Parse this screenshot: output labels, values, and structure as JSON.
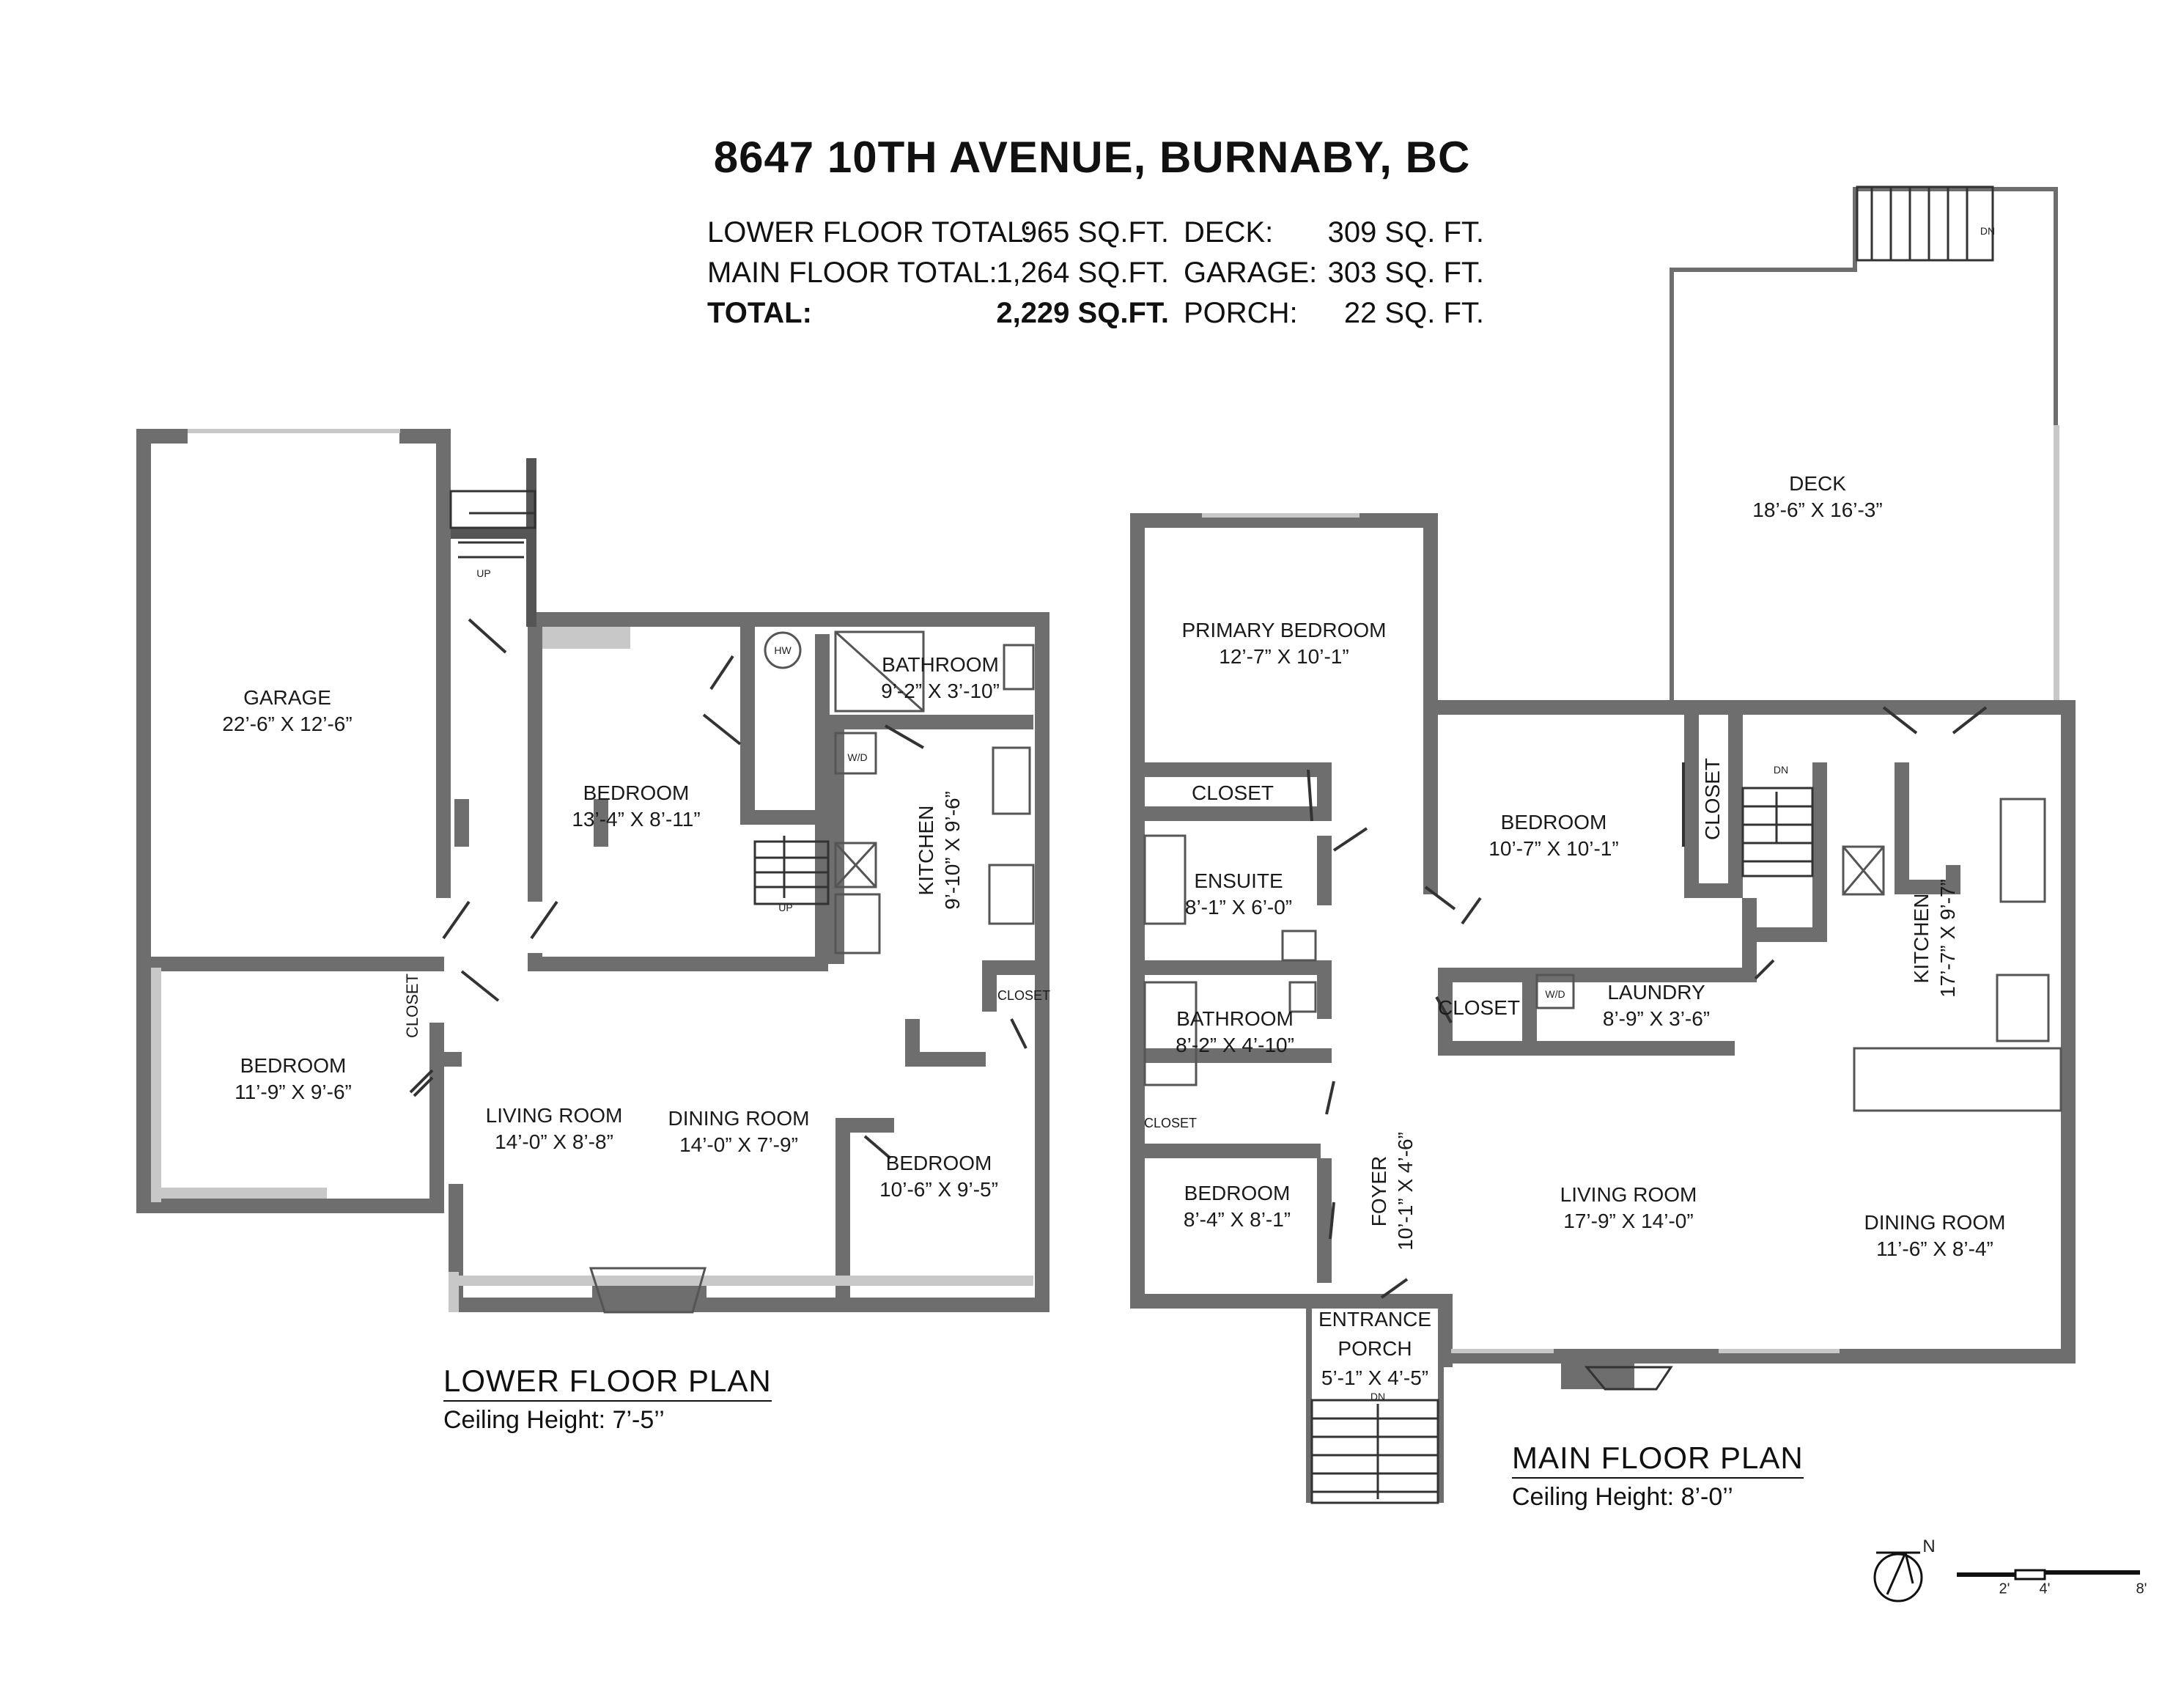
{
  "header": {
    "title": "8647 10TH AVENUE, BURNABY, BC"
  },
  "summary": {
    "lower_floor": {
      "label": "LOWER FLOOR TOTAL:",
      "value": "965 SQ.FT."
    },
    "main_floor": {
      "label": "MAIN FLOOR TOTAL:",
      "value": "1,264 SQ.FT."
    },
    "total": {
      "label": "TOTAL:",
      "value": "2,229 SQ.FT."
    },
    "deck": {
      "label": "DECK:",
      "value": "309 SQ. FT."
    },
    "garage": {
      "label": "GARAGE:",
      "value": "303 SQ. FT."
    },
    "porch": {
      "label": "PORCH:",
      "value": "22 SQ. FT."
    }
  },
  "lower_floor": {
    "plan_title": "LOWER FLOOR PLAN",
    "ceiling": "Ceiling Height: 7’-5’’",
    "rooms": {
      "garage": {
        "name": "GARAGE",
        "size": "22’-6” X 12’-6”"
      },
      "bedroom_center": {
        "name": "BEDROOM",
        "size": "13’-4” X 8’-11”"
      },
      "bathroom": {
        "name": "BATHROOM",
        "size": "9’-2” X 3’-10”"
      },
      "kitchen": {
        "name": "KITCHEN",
        "size": "9’-10” X 9’-6”"
      },
      "bedroom_left": {
        "name": "BEDROOM",
        "size": "11’-9” X 9’-6”"
      },
      "living_room": {
        "name": "LIVING ROOM",
        "size": "14’-0” X 8’-8”"
      },
      "dining_room": {
        "name": "DINING ROOM",
        "size": "14’-0” X 7’-9”"
      },
      "bedroom_right": {
        "name": "BEDROOM",
        "size": "10’-6” X 9’-5”"
      },
      "closet_left": {
        "name": "CLOSET"
      },
      "closet_right": {
        "name": "CLOSET"
      }
    },
    "markers": {
      "up_stair": "UP",
      "up_inner": "UP",
      "hw": "HW",
      "wd": "W/D"
    }
  },
  "main_floor": {
    "plan_title": "MAIN FLOOR PLAN",
    "ceiling": "Ceiling Height: 8’-0’’",
    "rooms": {
      "deck": {
        "name": "DECK",
        "size": "18’-6” X 16’-3”"
      },
      "primary_bedroom": {
        "name": "PRIMARY BEDROOM",
        "size": "12’-7” X 10’-1”"
      },
      "closet_primary": {
        "name": "CLOSET"
      },
      "ensuite": {
        "name": "ENSUITE",
        "size": "8’-1” X 6’-0”"
      },
      "bedroom_mid": {
        "name": "BEDROOM",
        "size": "10’-7” X 10’-1”"
      },
      "closet_vert": {
        "name": "CLOSET"
      },
      "kitchen": {
        "name": "KITCHEN",
        "size": "17’-7” X 9’-7”"
      },
      "closet_hall": {
        "name": "CLOSET"
      },
      "laundry": {
        "name": "LAUNDRY",
        "size": "8’-9” X 3’-6”"
      },
      "bathroom": {
        "name": "BATHROOM",
        "size": "8’-2” X 4’-10”"
      },
      "closet_small": {
        "name": "CLOSET"
      },
      "bedroom_sw": {
        "name": "BEDROOM",
        "size": "8’-4” X 8’-1”"
      },
      "foyer": {
        "name": "FOYER",
        "size": "10’-1” X 4’-6”"
      },
      "living_room": {
        "name": "LIVING ROOM",
        "size": "17’-9” X 14’-0”"
      },
      "dining_room": {
        "name": "DINING ROOM",
        "size": "11’-6” X 8’-4”"
      },
      "entrance_porch": {
        "name": "ENTRANCE",
        "name2": "PORCH",
        "size": "5’-1” X 4’-5”"
      }
    },
    "markers": {
      "dn_deck": "DN",
      "dn_inner": "DN",
      "dn_porch": "DN",
      "wd": "W/D"
    }
  },
  "legend": {
    "north": "N",
    "scale_labels": [
      "2'",
      "4'",
      "8'"
    ]
  }
}
